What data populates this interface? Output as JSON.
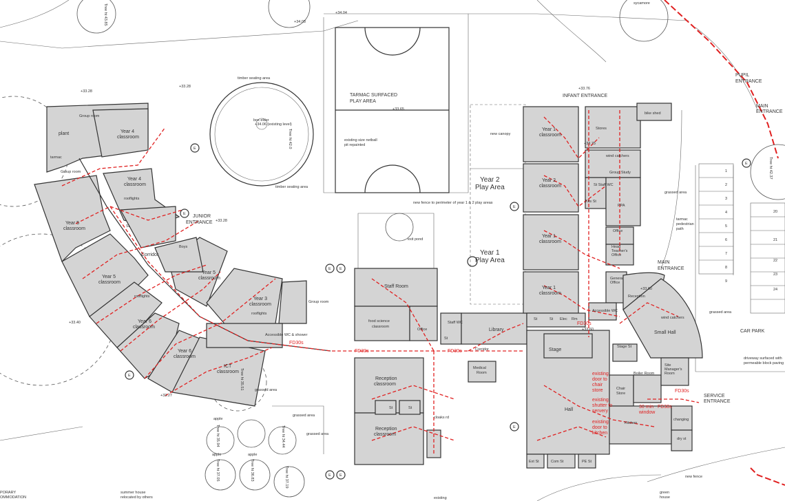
{
  "play": {
    "tarmac": "TARMAC SURFACED",
    "play_area": "PLAY AREA",
    "level": "+33.65",
    "netball": "existing size netball",
    "relined": "pit repainted",
    "year2_a": "Year 2",
    "year2_b": "Play Area",
    "year1_a": "Year 1",
    "year1_b": "Play Area",
    "new_fence": "new fence to perimeter of year 1 & 2 play areas",
    "new_canopy": "new canopy",
    "timber_seating_1": "timber seating area",
    "timber_seating_2": "timber seating area",
    "box_elder": "box elder",
    "box_elder_level": "+34.06 (existing level)"
  },
  "entrances": {
    "infant": "INFANT ENTRANCE",
    "pupil_a": "PUPIL",
    "pupil_b": "ENTRANCE",
    "main_top_a": "MAIN",
    "main_top_b": "ENTRANCE",
    "junior_a": "JUNIOR",
    "junior_b": "ENTRANCE",
    "main_a": "MAIN",
    "main_b": "ENTRANCE",
    "service_a": "SERVICE",
    "service_b": "ENTRANCE"
  },
  "levels": {
    "l1": "+34.04",
    "l2": "+34.03",
    "l3": "+33.28",
    "l4": "+33.28",
    "l5": "+33.76",
    "l6": "+33.28",
    "l7": "+33.40",
    "l8": "+33.27",
    "l9": "+33.60",
    "l10": "+33.60",
    "l11": "+33.75"
  },
  "rooms": {
    "plant": "plant",
    "group_room_1": "Group room",
    "group_room_2": "Group room",
    "year4_1a": "Year 4",
    "year4_1b": "classroom",
    "year4_2a": "Year 4",
    "year4_2b": "classroom",
    "rooflights_1": "rooflights",
    "year5_1a": "Year 5",
    "year5_1b": "classroom",
    "year5_2a": "Year 5",
    "year5_2b": "classroom",
    "year5_3a": "Year 5",
    "year5_3b": "classroom",
    "corridor": "Corridor",
    "rooflights_2": "rooflights",
    "year6_1a": "Year 6",
    "year6_1b": "classroom",
    "year6_2a": "Year 6",
    "year6_2b": "classroom",
    "year3_a": "Year 3",
    "year3_b": "classroom",
    "rooflights_3": "rooflights",
    "ict_a": "ICT",
    "ict_b": "classroom",
    "st_1": "St",
    "boys": "Boys",
    "accessible_wc": "Accessible WC & shower",
    "group_room_3": "Group room",
    "staff_room": "Staff Room",
    "food_a": "food science",
    "food_b": "classroom",
    "office_1": "Office",
    "staff_wc": "Staff WC",
    "st_2": "St",
    "library": "Library",
    "medical_a": "Medical",
    "medical_b": "Room",
    "corridor_2": "Corridor",
    "reception1_a": "Reception",
    "reception1_b": "classroom",
    "reception2_a": "Reception",
    "reception2_b": "classroom",
    "st_3": "St",
    "st_4": "St",
    "cloaks": "cloaks rd",
    "year1_1a": "Year 1",
    "year1_1b": "classroom",
    "year2_1a": "Year 2",
    "year2_1b": "classroom",
    "year1_2a": "Year 1",
    "year1_2b": "classroom",
    "year1_3a": "Year 1",
    "year1_3b": "classroom",
    "st_5": "St",
    "st_6": "St",
    "elec": "Elec",
    "rm_1": "Rm",
    "stores": "Stores",
    "wind_catchers_1": "wind catchers",
    "group_study": "Group Study",
    "st_staff_wc": "St Staff WC",
    "kits": "Kits St",
    "ppa": "PPA",
    "office_2": "Office",
    "head_a": "Head",
    "head_b": "Teacher's",
    "head_c": "Office",
    "general_a": "General",
    "general_b": "Office",
    "reception_office": "Reception",
    "accessible_wc_2": "Accessible WC",
    "wind_catchers_2": "wind catchers",
    "small_hall": "Small Hall",
    "stage": "Stage",
    "stage_st": "Stage St",
    "hall": "Hall",
    "chair_store_a": "Chair",
    "chair_store_b": "Store",
    "boiler": "Boiler Room",
    "site_mgr_a": "Site",
    "site_mgr_b": "Manager's",
    "site_mgr_c": "Room",
    "kitchen": "Kitchen",
    "changing": "changing",
    "dry_st": "dry st",
    "ext_st": "Ext St",
    "com_st": "Com St",
    "pe_st": "PE St",
    "bike_shed": "bike shed"
  },
  "notes": {
    "fd30s_1": "FD30s",
    "fd30s_2": "FD30s",
    "fd30s_3": "FD30s",
    "fd30s_4": "FD30s",
    "fd30s_5": "FD30s",
    "fd30s_6": "FD30s",
    "chair_door_a": "existing",
    "chair_door_b": "door to",
    "chair_door_c": "chair",
    "chair_door_d": "store",
    "shutter_a": "existing",
    "shutter_b": "shutter to",
    "shutter_c": "servery",
    "window_a": "30 min",
    "window_b": "window",
    "kitchen_door_a": "existing",
    "kitchen_door_b": "door to",
    "kitchen_door_c": "kitchen"
  },
  "site": {
    "tarmac": "tarmac",
    "grassed_1": "grassed area",
    "grassed_2": "grassed area",
    "grassed_3": "grassed area",
    "grassed_4": "grassed area",
    "grassed_5": "grassed area",
    "ped_a": "tarmac",
    "ped_b": "pedestrian",
    "ped_c": "path",
    "car_park": "CAR PARK",
    "driveway_a": "driveway surfaced with",
    "driveway_b": "permeable block paving",
    "exit_pond": "exit pond",
    "sycamore": "sycamore",
    "new_fence": "new fence",
    "existing": "existing",
    "green_a": "green",
    "green_b": "house",
    "summer_a": "summer house",
    "summer_b": "relocated by others",
    "temp_a": "PORARY",
    "temp_b": "OMMODATION",
    "apple_1": "apple",
    "apple_2": "apple",
    "apple_3": "apple",
    "tree_1": "Tree ht 43.85",
    "tree_2": "Tree ht 42.0",
    "tree_3": "Tree ht 42.37",
    "tree_4": "Tree ht 35.51",
    "tree_5": "Tree ht 35.94",
    "tree_6": "Tree ht 37.05",
    "tree_7": "Tree ht 36.83",
    "tree_8": "Tree ht 37.19",
    "tree_9": "Tree ht 34.44"
  },
  "parking": [
    "1",
    "2",
    "3",
    "4",
    "5",
    "6",
    "7",
    "8",
    "9",
    "20",
    "21",
    "22",
    "23",
    "24"
  ],
  "markers": [
    "E",
    "E",
    "E",
    "E",
    "E",
    "E",
    "E",
    "E",
    "E",
    "E"
  ]
}
